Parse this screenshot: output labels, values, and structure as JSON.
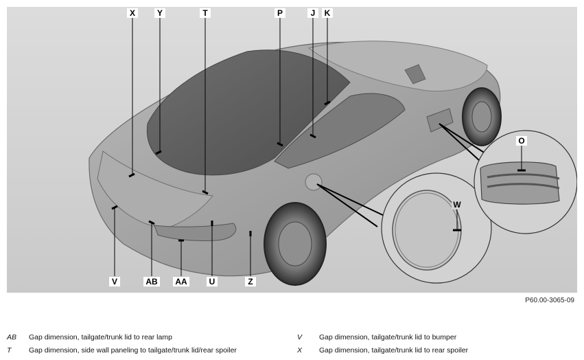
{
  "figure": {
    "callouts": [
      "X",
      "Y",
      "T",
      "P",
      "J",
      "K",
      "O",
      "W",
      "V",
      "AB",
      "AA",
      "U",
      "Z"
    ]
  },
  "reference_id": "P60.00-3065-09",
  "legend": [
    {
      "code": "AB",
      "text": "Gap dimension, tailgate/trunk lid to rear lamp"
    },
    {
      "code": "T",
      "text": "Gap dimension, side wall paneling to tailgate/trunk lid/rear spoiler"
    },
    {
      "code": "V",
      "text": "Gap dimension, tailgate/trunk lid to bumper"
    },
    {
      "code": "X",
      "text": "Gap dimension, tailgate/trunk lid to rear spoiler"
    }
  ]
}
